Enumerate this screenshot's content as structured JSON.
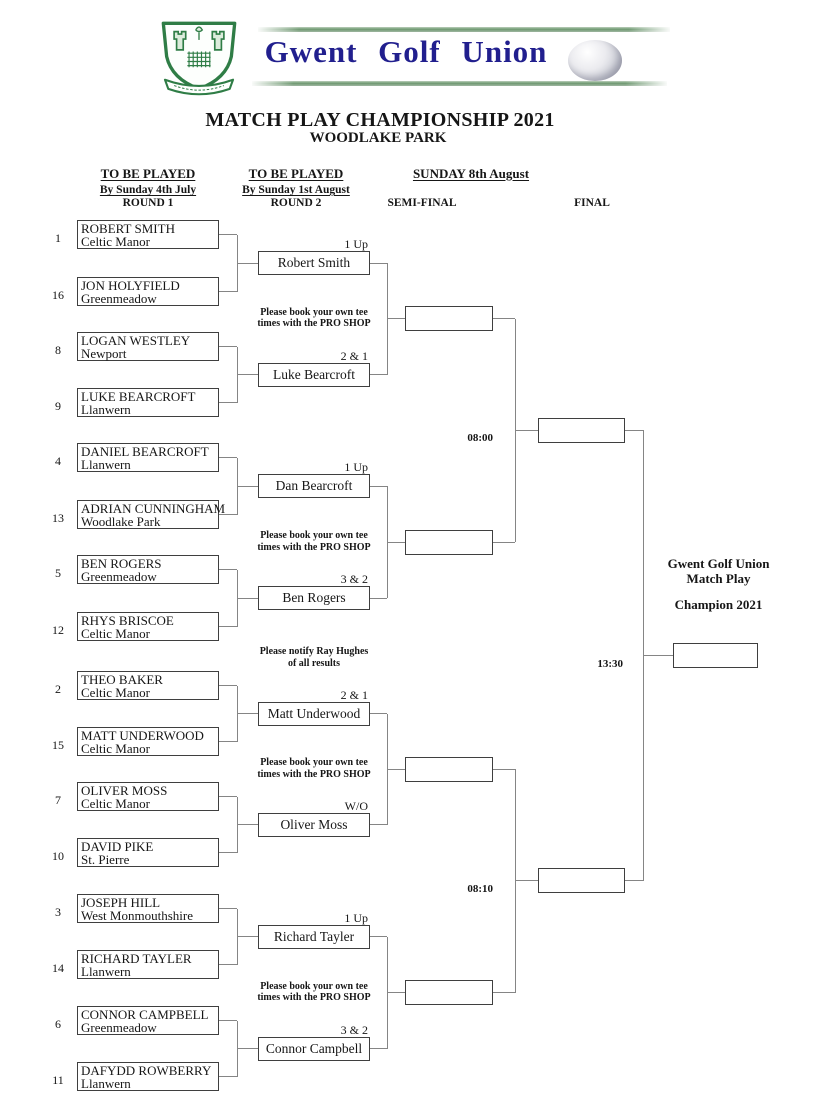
{
  "header": {
    "org_name": "Gwent Golf Union",
    "title": "MATCH PLAY CHAMPIONSHIP 2021",
    "venue": "WOODLAKE PARK"
  },
  "columns": {
    "round1": {
      "title": "TO BE PLAYED",
      "deadline": "By Sunday 4th July",
      "round": "ROUND 1"
    },
    "round2": {
      "title": "TO BE PLAYED",
      "deadline": "By Sunday 1st August",
      "round": "ROUND 2"
    },
    "finals_day": {
      "title": "SUNDAY 8th August",
      "semi": "SEMI-FINAL",
      "final": "FINAL"
    }
  },
  "round1": [
    {
      "seed": "1",
      "name": "ROBERT SMITH",
      "club": "Celtic Manor"
    },
    {
      "seed": "16",
      "name": "JON HOLYFIELD",
      "club": "Greenmeadow"
    },
    {
      "seed": "8",
      "name": "LOGAN WESTLEY",
      "club": "Newport"
    },
    {
      "seed": "9",
      "name": "LUKE BEARCROFT",
      "club": "Llanwern"
    },
    {
      "seed": "4",
      "name": "DANIEL BEARCROFT",
      "club": "Llanwern"
    },
    {
      "seed": "13",
      "name": "ADRIAN CUNNINGHAM",
      "club": "Woodlake Park"
    },
    {
      "seed": "5",
      "name": "BEN ROGERS",
      "club": "Greenmeadow"
    },
    {
      "seed": "12",
      "name": "RHYS BRISCOE",
      "club": "Celtic Manor"
    },
    {
      "seed": "2",
      "name": "THEO BAKER",
      "club": "Celtic Manor"
    },
    {
      "seed": "15",
      "name": "MATT UNDERWOOD",
      "club": "Celtic Manor"
    },
    {
      "seed": "7",
      "name": "OLIVER MOSS",
      "club": "Celtic Manor"
    },
    {
      "seed": "10",
      "name": "DAVID PIKE",
      "club": "St. Pierre"
    },
    {
      "seed": "3",
      "name": "JOSEPH HILL",
      "club": "West Monmouthshire"
    },
    {
      "seed": "14",
      "name": "RICHARD TAYLER",
      "club": "Llanwern"
    },
    {
      "seed": "6",
      "name": "CONNOR CAMPBELL",
      "club": "Greenmeadow"
    },
    {
      "seed": "11",
      "name": "DAFYDD ROWBERRY",
      "club": "Llanwern"
    }
  ],
  "round2": [
    {
      "result": "1 Up",
      "winner": "Robert Smith"
    },
    {
      "result": "2 & 1",
      "winner": "Luke Bearcroft"
    },
    {
      "result": "1 Up",
      "winner": "Dan Bearcroft"
    },
    {
      "result": "3 & 2",
      "winner": "Ben Rogers"
    },
    {
      "result": "2 & 1",
      "winner": "Matt Underwood"
    },
    {
      "result": "W/O",
      "winner": "Oliver Moss"
    },
    {
      "result": "1 Up",
      "winner": "Richard Tayler"
    },
    {
      "result": "3 & 2",
      "winner": "Connor Campbell"
    }
  ],
  "semi_finals": [
    {
      "time": "08:00"
    },
    {
      "time": "08:10"
    }
  ],
  "final": {
    "time": "13:30"
  },
  "notes": {
    "tee_times_line1": "Please book your own tee",
    "tee_times_line2": "times with the PRO SHOP",
    "notify_line1": "Please notify Ray Hughes",
    "notify_line2": "of all results"
  },
  "champion": {
    "line1": "Gwent Golf Union",
    "line2": "Match Play",
    "line3": "Champion 2021"
  },
  "images": {
    "crest": "club-crest-logo",
    "golf_ball": "golf-ball-image"
  },
  "colors": {
    "navy_title": "#211f8e",
    "crest_green": "#2f7d46",
    "connector_grey": "#858585"
  }
}
